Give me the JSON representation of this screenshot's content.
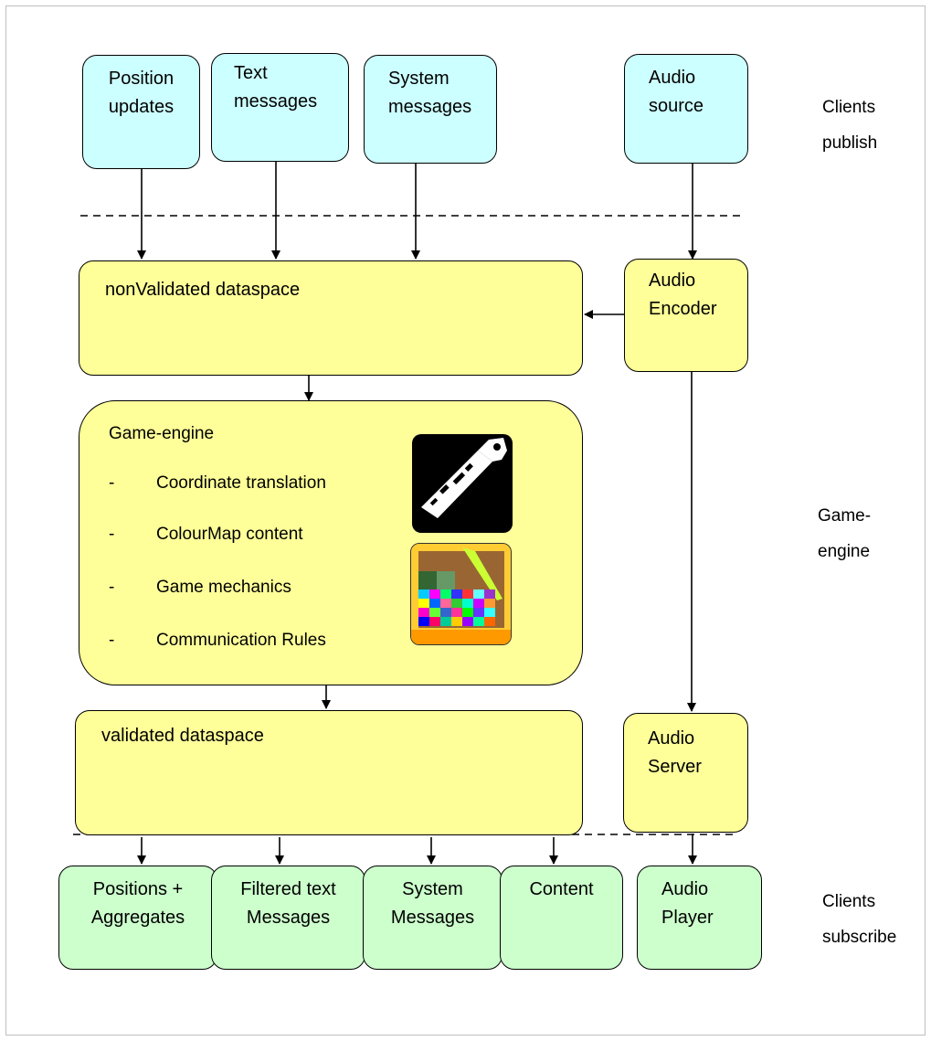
{
  "publishers": [
    {
      "id": "position",
      "lines": [
        "Position",
        "updates"
      ]
    },
    {
      "id": "text",
      "lines": [
        "Text",
        "messages"
      ]
    },
    {
      "id": "system",
      "lines": [
        "System",
        "messages"
      ]
    },
    {
      "id": "audio-source",
      "lines": [
        "Audio",
        "source"
      ]
    }
  ],
  "nonvalidated": {
    "label": "nonValidated dataspace"
  },
  "audio_encoder": {
    "lines": [
      "Audio",
      "Encoder"
    ]
  },
  "game_engine": {
    "title": "Game-engine",
    "bullet_marker": "-",
    "items": [
      "Coordinate translation",
      "ColourMap content",
      "Game mechanics",
      "Communication Rules"
    ]
  },
  "validated": {
    "label": "validated dataspace"
  },
  "audio_server": {
    "lines": [
      "Audio",
      "Server"
    ]
  },
  "subscribers": [
    {
      "id": "positions",
      "lines": [
        "Positions +",
        "Aggregates"
      ]
    },
    {
      "id": "filtered",
      "lines": [
        "Filtered text",
        "Messages"
      ]
    },
    {
      "id": "system",
      "lines": [
        "System",
        "Messages"
      ]
    },
    {
      "id": "content",
      "lines": [
        "Content"
      ]
    },
    {
      "id": "audio-player",
      "lines": [
        "Audio",
        "Player"
      ]
    }
  ],
  "side_labels": {
    "publish": [
      "Clients",
      "publish"
    ],
    "engine": [
      "Game-",
      "engine"
    ],
    "subscribe": [
      "Clients",
      "subscribe"
    ]
  },
  "colors": {
    "publish": "#ccffff",
    "process": "#ffff99",
    "subscribe": "#ccffcc",
    "thumb_dark": "#000000",
    "thumb_map": "#ff9900"
  },
  "icons": [
    "controller-image-icon",
    "colour-map-image-icon"
  ]
}
